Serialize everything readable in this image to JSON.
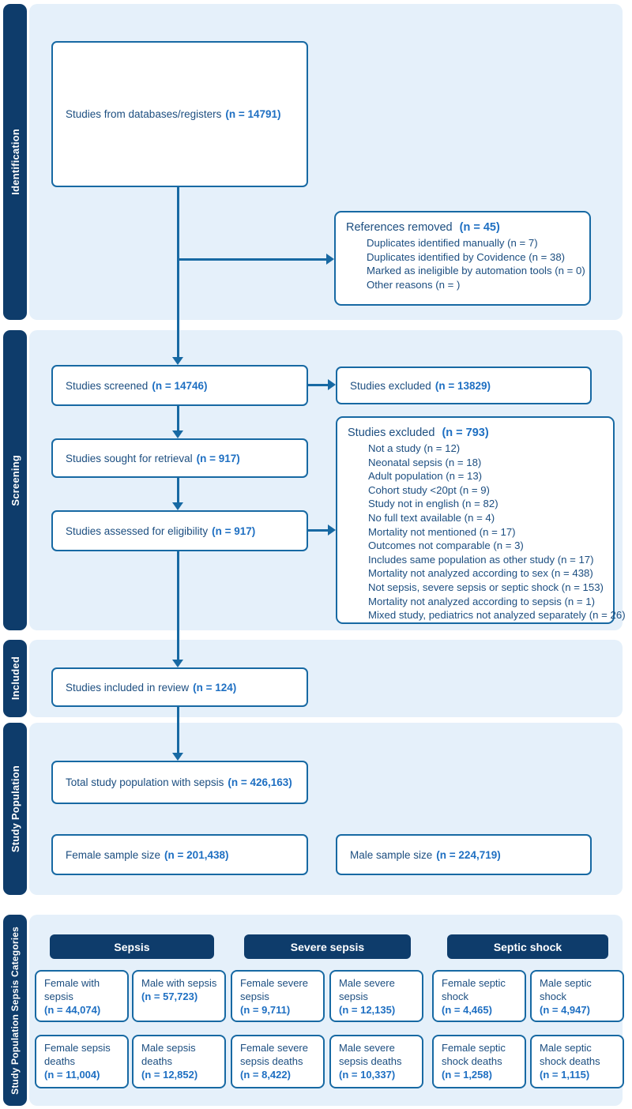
{
  "colors": {
    "section_panel": "#e5f0fa",
    "sidebar_navy": "#0e3c6b",
    "box_border": "#1769a3",
    "text_blue": "#1c4e80",
    "value_blue": "#1e6fc2"
  },
  "sidebar": {
    "identification": "Identification",
    "screening": "Screening",
    "included": "Included",
    "study_population": "Study Population",
    "categories": "Study Population Sepsis Categories"
  },
  "identification": {
    "databases": {
      "label": "Studies from databases/registers",
      "n": "(n = 14791)"
    },
    "references_removed": {
      "title": "References removed",
      "n": "(n = 45)",
      "items": [
        "Duplicates identified manually (n = 7)",
        "Duplicates identified by Covidence (n = 38)",
        "Marked as ineligible by automation tools (n = 0)",
        "Other reasons (n = )"
      ]
    }
  },
  "screening": {
    "screened": {
      "label": "Studies screened",
      "n": "(n = 14746)"
    },
    "excluded": {
      "label": "Studies excluded",
      "n": "(n = 13829)"
    },
    "sought": {
      "label": "Studies sought for retrieval",
      "n": "(n = 917)"
    },
    "assessed": {
      "label": "Studies assessed for eligibility",
      "n": "(n = 917)"
    },
    "excluded_detail": {
      "title": "Studies excluded",
      "n": "(n = 793)",
      "items": [
        "Not a study (n = 12)",
        "Neonatal sepsis (n = 18)",
        "Adult population (n = 13)",
        "Cohort study <20pt (n = 9)",
        "Study not in english (n = 82)",
        "No full text available (n = 4)",
        "Mortality not mentioned (n = 17)",
        "Outcomes not comparable (n = 3)",
        "Includes same population as other study (n = 17)",
        "Mortality not analyzed according to sex (n = 438)",
        "Not sepsis, severe sepsis or septic shock (n = 153)",
        "Mortality not analyzed according to sepsis (n = 1)",
        "Mixed study, pediatrics not analyzed separately (n = 26)"
      ]
    }
  },
  "included": {
    "in_review": {
      "label": "Studies included in review",
      "n": "(n = 124)"
    }
  },
  "study_population": {
    "total": {
      "label": "Total study population with sepsis",
      "n": "(n = 426,163)"
    },
    "female": {
      "label": "Female sample size",
      "n": "(n = 201,438)"
    },
    "male": {
      "label": "Male sample size",
      "n": "(n = 224,719)"
    }
  },
  "categories": {
    "headers": [
      "Sepsis",
      "Severe sepsis",
      "Septic shock"
    ],
    "row1": [
      {
        "label": "Female with sepsis",
        "n": "(n = 44,074)"
      },
      {
        "label": "Male with sepsis",
        "n": "(n = 57,723)"
      },
      {
        "label": "Female severe sepsis",
        "n": "(n = 9,711)"
      },
      {
        "label": "Male severe sepsis",
        "n": "(n = 12,135)"
      },
      {
        "label": "Female septic shock",
        "n": "(n = 4,465)"
      },
      {
        "label": "Male septic shock",
        "n": "(n = 4,947)"
      }
    ],
    "row2": [
      {
        "label": "Female sepsis deaths",
        "n": "(n = 11,004)"
      },
      {
        "label": "Male sepsis deaths",
        "n": "(n = 12,852)"
      },
      {
        "label": "Female severe sepsis deaths",
        "n": "(n = 8,422)"
      },
      {
        "label": "Male severe sepsis deaths",
        "n": "(n = 10,337)"
      },
      {
        "label": "Female septic shock deaths",
        "n": "(n = 1,258)"
      },
      {
        "label": "Male septic shock deaths",
        "n": "(n = 1,115)"
      }
    ]
  }
}
